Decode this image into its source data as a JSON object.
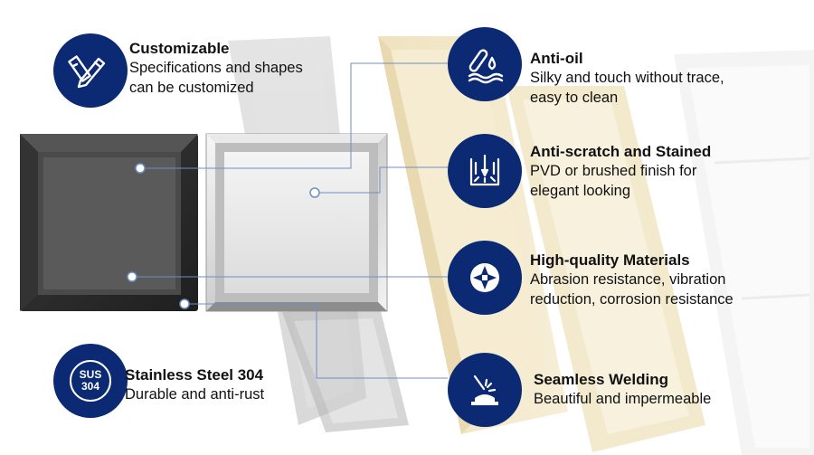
{
  "features": [
    {
      "title": "Customizable",
      "desc_line1": "Specifications and shapes",
      "desc_line2": "can be customized",
      "icon": "pencil-ruler-icon"
    },
    {
      "title": "Anti-oil",
      "desc_line1": "Silky and touch without trace,",
      "desc_line2": "easy to clean",
      "icon": "test-tube-drop-icon"
    },
    {
      "title": "Anti-scratch and Stained",
      "desc_line1": "PVD or brushed finish for",
      "desc_line2": "elegant looking",
      "icon": "scratch-test-icon"
    },
    {
      "title": "High-quality Materials",
      "desc_line1": "Abrasion resistance, vibration",
      "desc_line2": "reduction, corrosion resistance",
      "icon": "material-pattern-icon"
    },
    {
      "title": "Stainless Steel 304",
      "desc_line1": "Durable and anti-rust",
      "icon": "sus-304-icon",
      "badge_line1": "SUS",
      "badge_line2": "304"
    },
    {
      "title": "Seamless Welding",
      "desc_line1": "Beautiful and impermeable",
      "icon": "welding-icon"
    }
  ],
  "colors": {
    "badge": "#0b2a73",
    "connector": "#6e8fbf",
    "cream_niche": "#f1e6c9",
    "grey_niche": "#c9c9c9",
    "black_niche": "#2a2a2a"
  }
}
